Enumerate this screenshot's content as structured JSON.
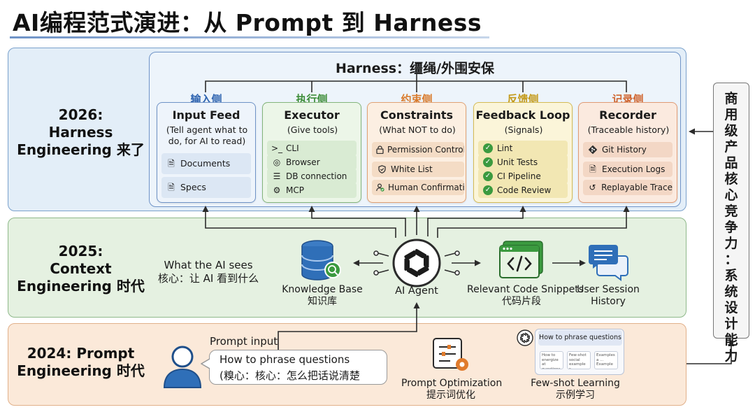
{
  "title": "AI编程范式演进：从 Prompt 到 Harness",
  "side_label": "商用级产品核心竞争力：系统设计能力",
  "eras": {
    "e2026": {
      "line1": "2026:",
      "line2": "Harness",
      "line3": "Engineering 来了"
    },
    "e2025": {
      "line1": "2025:",
      "line2": "Context",
      "line3": "Engineering 时代"
    },
    "e2024": {
      "line1": "2024: Prompt",
      "line2": "Engineering 时代"
    }
  },
  "harness": {
    "title": "Harness：缰绳/外围安保",
    "columns": [
      {
        "head": "输入侧",
        "head_color": "#2f64b0",
        "title": "Input Feed",
        "subtitle": "(Tell agent what to do, for AI to read)",
        "items": [
          {
            "icon": "document-icon",
            "label": "Documents"
          },
          {
            "icon": "document-icon",
            "label": "Specs"
          }
        ]
      },
      {
        "head": "执行侧",
        "head_color": "#3f8e3a",
        "title": "Executor",
        "subtitle": "(Give tools)",
        "items": [
          {
            "icon": "terminal-icon",
            "label": "CLI"
          },
          {
            "icon": "browser-icon",
            "label": "Browser"
          },
          {
            "icon": "database-icon",
            "label": "DB connection"
          },
          {
            "icon": "plug-icon",
            "label": "MCP"
          }
        ]
      },
      {
        "head": "约束侧",
        "head_color": "#d97b2c",
        "title": "Constraints",
        "subtitle": "(What NOT to do)",
        "items": [
          {
            "icon": "lock-icon",
            "label": "Permission Control"
          },
          {
            "icon": "shield-icon",
            "label": "White List"
          },
          {
            "icon": "user-check-icon",
            "label": "Human Confirmation"
          }
        ]
      },
      {
        "head": "反馈侧",
        "head_color": "#c49a1a",
        "title": "Feedback Loop",
        "subtitle": "(Signals)",
        "items": [
          {
            "icon": "check-icon",
            "label": "Lint"
          },
          {
            "icon": "check-icon",
            "label": "Unit Tests"
          },
          {
            "icon": "check-icon",
            "label": "CI Pipeline"
          },
          {
            "icon": "check-icon",
            "label": "Code Review"
          }
        ]
      },
      {
        "head": "记录侧",
        "head_color": "#d0652f",
        "title": "Recorder",
        "subtitle": "(Traceable history)",
        "items": [
          {
            "icon": "git-icon",
            "label": "Git History"
          },
          {
            "icon": "log-icon",
            "label": "Execution Logs"
          },
          {
            "icon": "history-icon",
            "label": "Replayable Trace"
          }
        ]
      }
    ]
  },
  "context": {
    "desc_line1": "What the AI sees",
    "desc_line2": "核心：让 AI 看到什么",
    "knowledge_base": {
      "en": "Knowledge Base",
      "zh": "知识库"
    },
    "agent": "AI Agent",
    "snippets": {
      "en": "Relevant Code Snippets",
      "zh": "代码片段"
    },
    "session": {
      "line1": "User Session",
      "line2": "History"
    }
  },
  "prompt": {
    "input_label": "Prompt input",
    "bubble_line1": "How to phrase questions",
    "bubble_line2": "(糗心：核心：怎么把话说清楚",
    "optimization": {
      "en": "Prompt Optimization",
      "zh": "提示词优化"
    },
    "fewshot": {
      "en": "Few-shot Learning",
      "zh": "示例学习",
      "card_head": "How to phrase questions",
      "examples": [
        "How to energize at questions...",
        "Few-shot social example s...",
        "Examples a ... Example ..."
      ]
    }
  },
  "colors": {
    "blue": "#6f93c7",
    "green": "#84b57c",
    "orange": "#e0a274",
    "ink": "#2b2b2b",
    "icon_blue": "#2f6fb8"
  }
}
